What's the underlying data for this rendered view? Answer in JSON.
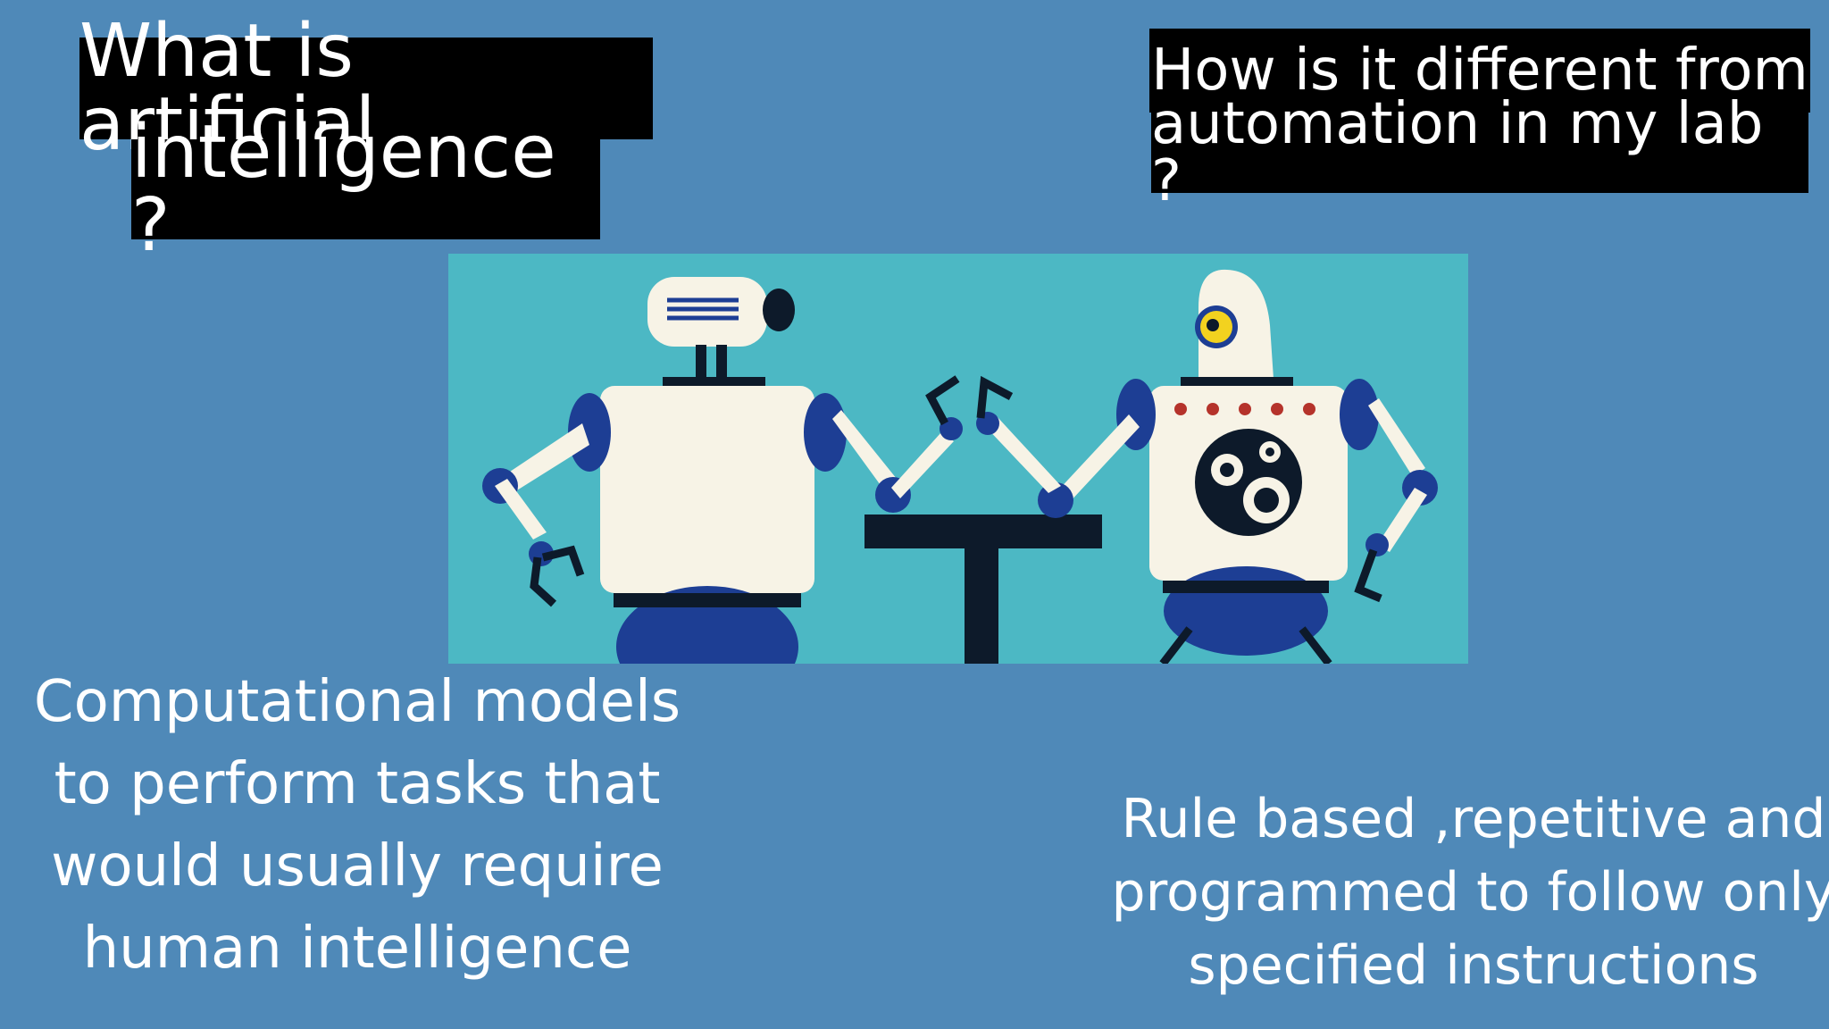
{
  "questions": {
    "left": [
      "What is artificial",
      "intelligence ?"
    ],
    "right": [
      "How is it different from",
      "automation in my lab ?"
    ]
  },
  "answers": {
    "left": [
      "Computational models",
      "to perform tasks that",
      "would usually require",
      "human intelligence"
    ],
    "right": [
      "Rule based ,repetitive and",
      "programmed to follow only",
      "specified instructions"
    ]
  },
  "illustration": {
    "icon": "robots-arm-wrestling-illustration",
    "colors": {
      "background": "#4cb8c4",
      "robot_body": "#f7f3e6",
      "robot_joint": "#1d3e94",
      "table": "#0d1a2a"
    }
  }
}
